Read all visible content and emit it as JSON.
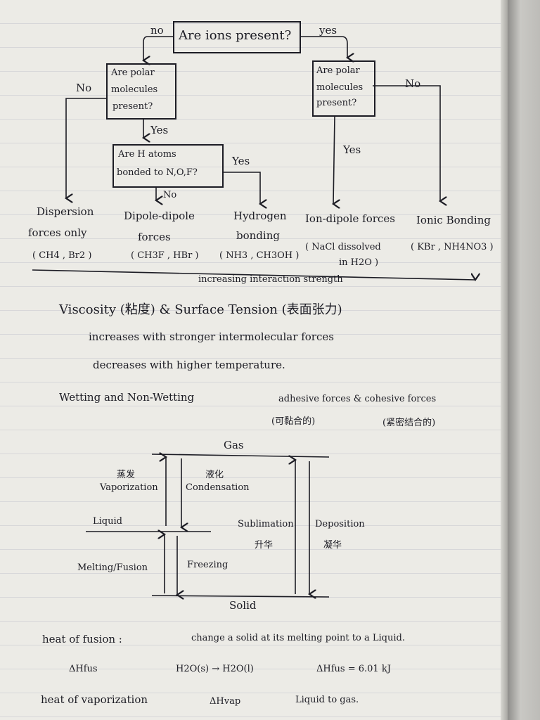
{
  "flowchart": {
    "q_ions": "Are ions present?",
    "no": "no",
    "yes": "yes",
    "q_polar_left": [
      "Are polar",
      "molecules",
      "present?"
    ],
    "q_polar_right": [
      "Are polar",
      "molecules",
      "present?"
    ],
    "q_h": [
      "Are H atoms",
      "bonded to N,O,F?"
    ],
    "label_no_upper": "No",
    "label_yes_upper": "Yes",
    "labels": {
      "left_no": "No",
      "left_yes": "Yes",
      "h_no": "No",
      "h_yes": "Yes",
      "right_no": "No",
      "right_yes": "Yes"
    },
    "outcomes": [
      {
        "title": [
          "Dispersion",
          "forces only"
        ],
        "examples": [
          "( CH4 , Br2 )"
        ]
      },
      {
        "title": [
          "Dipole-dipole",
          "forces"
        ],
        "examples": [
          "( CH3F , HBr )"
        ]
      },
      {
        "title": [
          "Hydrogen",
          "bonding"
        ],
        "examples": [
          "( NH3 , CH3OH )"
        ]
      },
      {
        "title": [
          "Ion-dipole forces"
        ],
        "examples": [
          "( NaCl dissolved",
          "in H2O )"
        ]
      },
      {
        "title": [
          "Ionic Bonding"
        ],
        "examples": [
          "( KBr , NH4NO3 )"
        ]
      }
    ],
    "axis_label": "increasing interaction strength"
  },
  "notes": {
    "viscosity": "Viscosity (粘度) & Surface Tension (表面张力)",
    "increases": "increases with stronger intermolecular forces",
    "decreases": "decreases with higher temperature.",
    "wetting": "Wetting and Non-Wetting",
    "adhesive": "adhesive forces & cohesive forces",
    "adhesive_cn": "(可黏合的)",
    "cohesive_cn": "(紧密结合的)"
  },
  "phase": {
    "gas": "Gas",
    "liquid": "Liquid",
    "solid": "Solid",
    "vaporization_cn": "蒸发",
    "vaporization": "Vaporization",
    "condensation_cn": "液化",
    "condensation": "Condensation",
    "sublimation": "Sublimation",
    "sublimation_cn": "升华",
    "deposition": "Deposition",
    "deposition_cn": "凝华",
    "melting": "Melting/Fusion",
    "freezing": "Freezing"
  },
  "footer": {
    "fusion_label": "heat of fusion :",
    "fusion_desc": "change a solid at its melting point to a Liquid.",
    "dh_fus": "ΔHfus",
    "equation": "H2O(s) → H2O(l)",
    "dh_value": "ΔHfus = 6.01 kJ",
    "vap_label": "heat of vaporization",
    "dh_vap": "ΔHvap",
    "vap_desc": "Liquid to gas."
  }
}
